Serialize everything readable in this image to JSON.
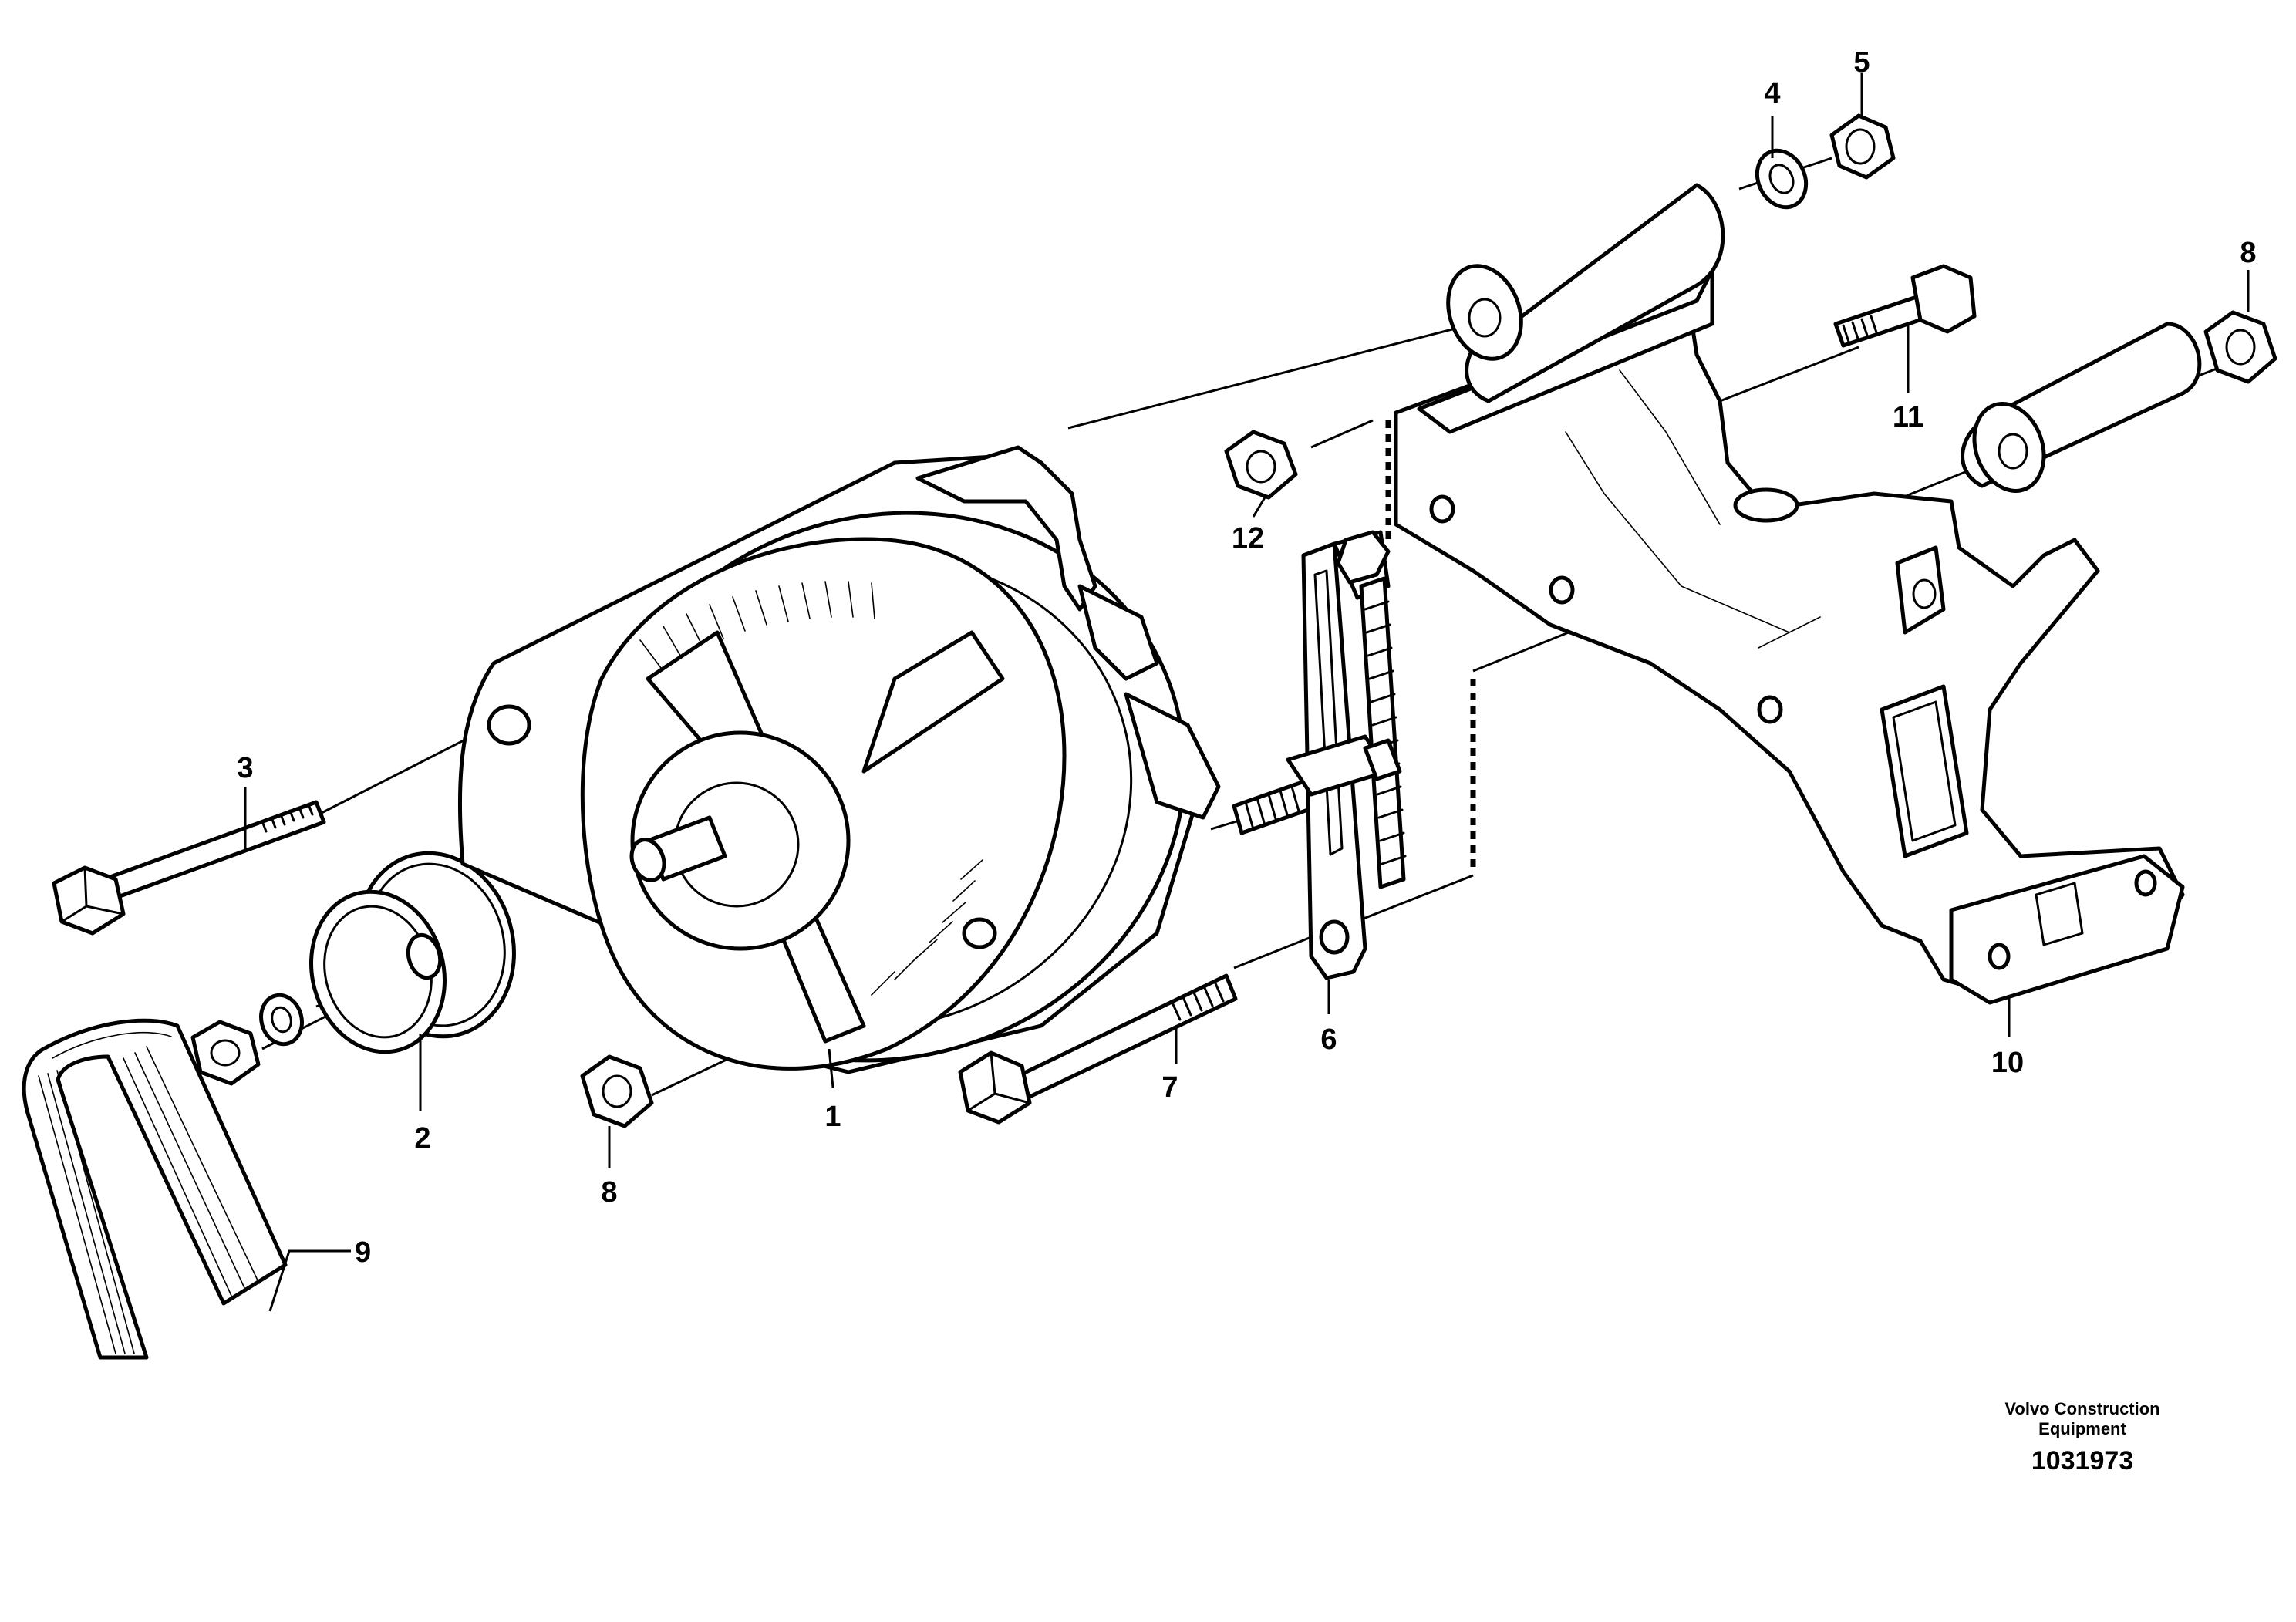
{
  "callouts": {
    "n1": "1",
    "n2": "2",
    "n3": "3",
    "n4": "4",
    "n5": "5",
    "n6": "6",
    "n7": "7",
    "n8_nut_front": "8",
    "n8_nut_top": "8",
    "n9": "9",
    "n10": "10",
    "n11": "11",
    "n12": "12"
  },
  "credit": {
    "line1": "Volvo Construction",
    "line2": "Equipment",
    "drawing_number": "1031973"
  }
}
